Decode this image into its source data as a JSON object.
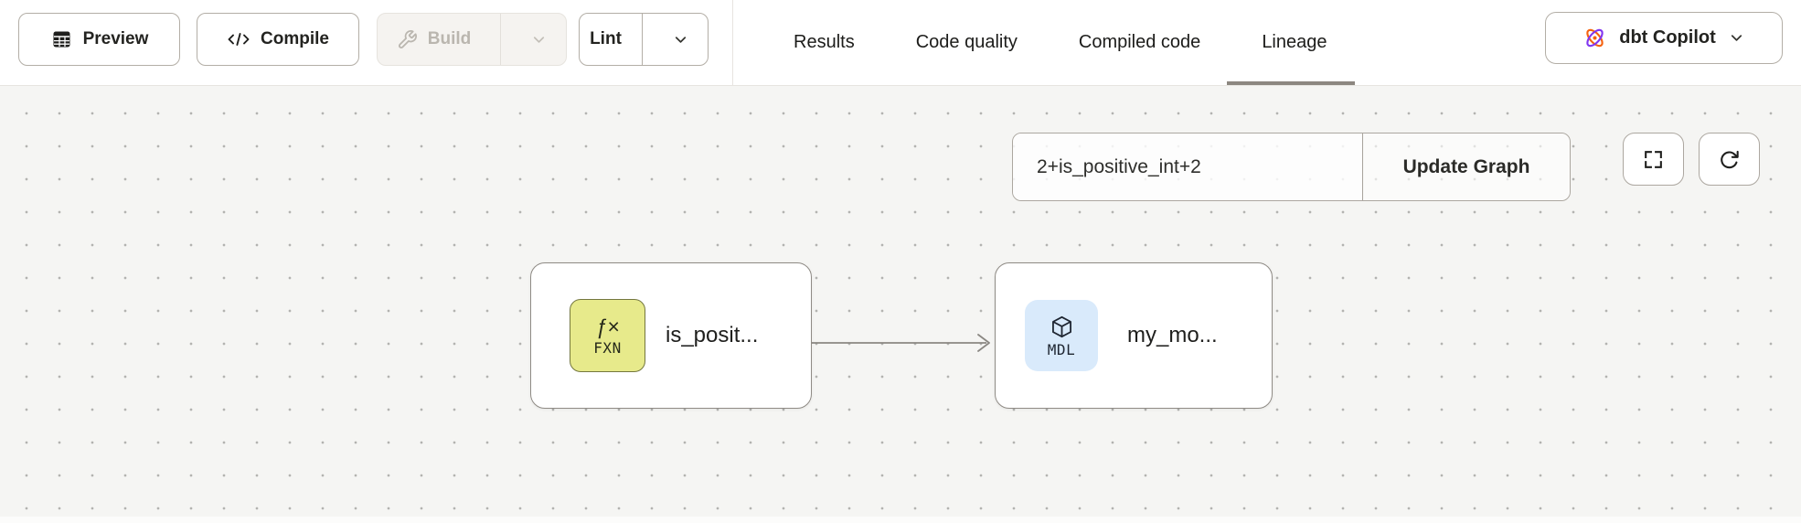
{
  "toolbar": {
    "preview": "Preview",
    "compile": "Compile",
    "build": "Build",
    "lint": "Lint"
  },
  "tabs": {
    "results": "Results",
    "code_quality": "Code quality",
    "compiled_code": "Compiled code",
    "lineage": "Lineage",
    "active_tab": "Lineage"
  },
  "copilot": {
    "label": "dbt Copilot"
  },
  "canvas": {
    "selector": {
      "value": "2+is_positive_int+2",
      "update_button": "Update Graph"
    },
    "nodes": [
      {
        "label": "is_posit...",
        "badge_glyph": "ƒ×",
        "badge_text": "FXN",
        "kind": "function"
      },
      {
        "label": "my_mo...",
        "badge_text": "MDL",
        "kind": "model"
      }
    ],
    "edges": [
      {
        "from": "is_posit...",
        "to": "my_mo..."
      }
    ]
  },
  "icons": {
    "preview": "table-grid-icon",
    "compile": "code-brackets-icon",
    "build": "wrench-icon",
    "dropdown": "chevron-down-icon",
    "copilot": "dbt-copilot-icon",
    "fullscreen": "fullscreen-expand-icon",
    "refresh": "refresh-icon",
    "function_badge": "fx-icon",
    "model_badge": "cube-icon"
  },
  "colors": {
    "canvas_bg": "#f5f5f3",
    "dot": "#b3b3b0",
    "border_strong": "#b3aea6",
    "tab_underline": "#8c8780",
    "fxn_badge_bg": "#e7ea8b",
    "mdl_badge_bg": "#d9eafb",
    "copilot_orange": "#f5620f",
    "copilot_purple": "#8136f0",
    "edge": "#8a8782"
  }
}
